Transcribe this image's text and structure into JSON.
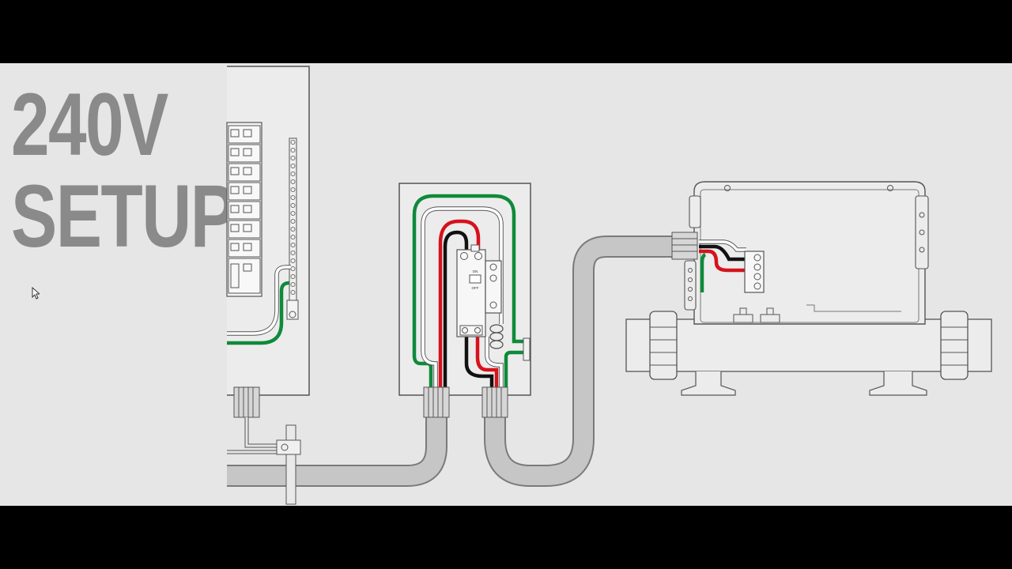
{
  "title": {
    "line1": "240V",
    "line2": "SETUP"
  },
  "breaker": {
    "on_label": "ON",
    "off_label": "OFF"
  },
  "colors": {
    "background": "#e6e6e6",
    "title": "#8a8a8a",
    "outline": "#555555",
    "conduit": "#c6c6c6",
    "wire_black": "#111111",
    "wire_red": "#d6121c",
    "wire_green": "#0f8a3a",
    "wire_white": "#ffffff"
  },
  "icons": [
    "mouse-cursor-icon"
  ]
}
